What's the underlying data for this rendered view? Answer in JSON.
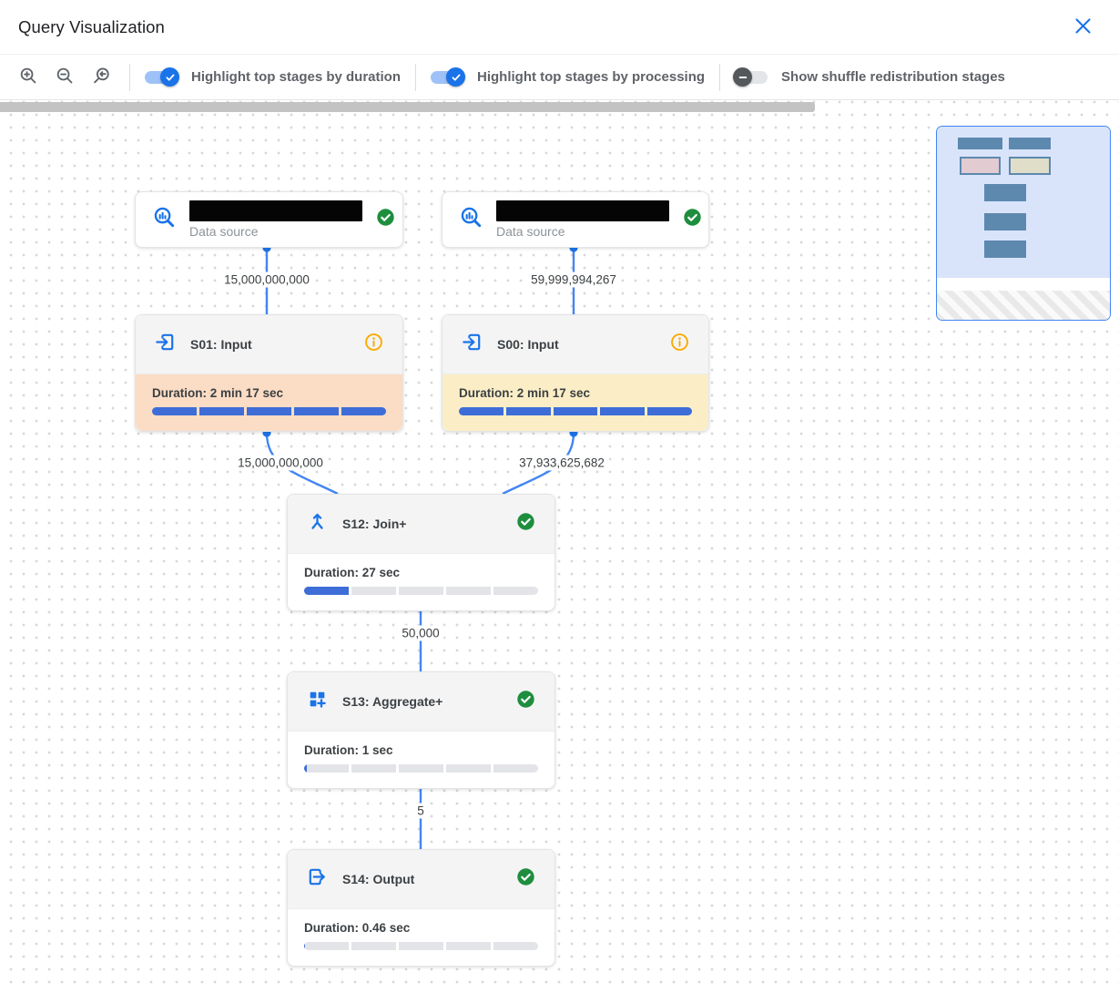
{
  "header": {
    "title": "Query Visualization",
    "close_icon": "close-x-icon"
  },
  "toolbar": {
    "zoom_buttons": [
      {
        "name": "zoom-in",
        "icon": "magnifier-plus-icon"
      },
      {
        "name": "zoom-out",
        "icon": "magnifier-minus-icon"
      },
      {
        "name": "zoom-reset",
        "icon": "magnifier-reset-icon"
      }
    ],
    "toggles": [
      {
        "label": "Highlight top stages by duration",
        "state": "on"
      },
      {
        "label": "Highlight top stages by processing",
        "state": "on"
      },
      {
        "label": "Show shuffle redistribution stages",
        "state": "off"
      }
    ]
  },
  "canvas": {
    "data_sources": [
      {
        "name_redacted": true,
        "subtitle": "Data source",
        "type_icon": "bigquery-search-icon",
        "status_icon": "check-circle-icon"
      },
      {
        "name_redacted": true,
        "subtitle": "Data source",
        "type_icon": "bigquery-search-icon",
        "status_icon": "check-circle-icon"
      }
    ],
    "stages": [
      {
        "title": "S01: Input",
        "type_icon": "input-icon",
        "status_icon": "info-icon",
        "duration_label": "Duration: 2 min 17 sec",
        "highlight_color": "#fbdcc4",
        "progress_fraction": 1
      },
      {
        "title": "S00: Input",
        "type_icon": "input-icon",
        "status_icon": "info-icon",
        "duration_label": "Duration: 2 min 17 sec",
        "highlight_color": "#fbeec6",
        "progress_fraction": 1
      },
      {
        "title": "S12: Join+",
        "type_icon": "join-icon",
        "status_icon": "check-circle-icon",
        "duration_label": "Duration: 27 sec",
        "highlight_color": "",
        "progress_fraction": 0.2
      },
      {
        "title": "S13: Aggregate+",
        "type_icon": "aggregate-icon",
        "status_icon": "check-circle-icon",
        "duration_label": "Duration: 1 sec",
        "highlight_color": "",
        "progress_fraction": 0.013
      },
      {
        "title": "S14: Output",
        "type_icon": "output-icon",
        "status_icon": "check-circle-icon",
        "duration_label": "Duration: 0.46 sec",
        "highlight_color": "",
        "progress_fraction": 0.006
      }
    ],
    "edge_labels": [
      "15,000,000,000",
      "59,999,994,267",
      "15,000,000,000",
      "37,933,625,682",
      "50,000",
      "5"
    ]
  },
  "colors": {
    "accent_blue": "#1a73e8",
    "edge_blue": "#4285f4",
    "progress_blue": "#3e6dd7",
    "success_green": "#1e8e3e",
    "info_amber": "#f9ab00",
    "duration_highlight": "#fbdcc4",
    "processing_highlight": "#fbeec6"
  }
}
